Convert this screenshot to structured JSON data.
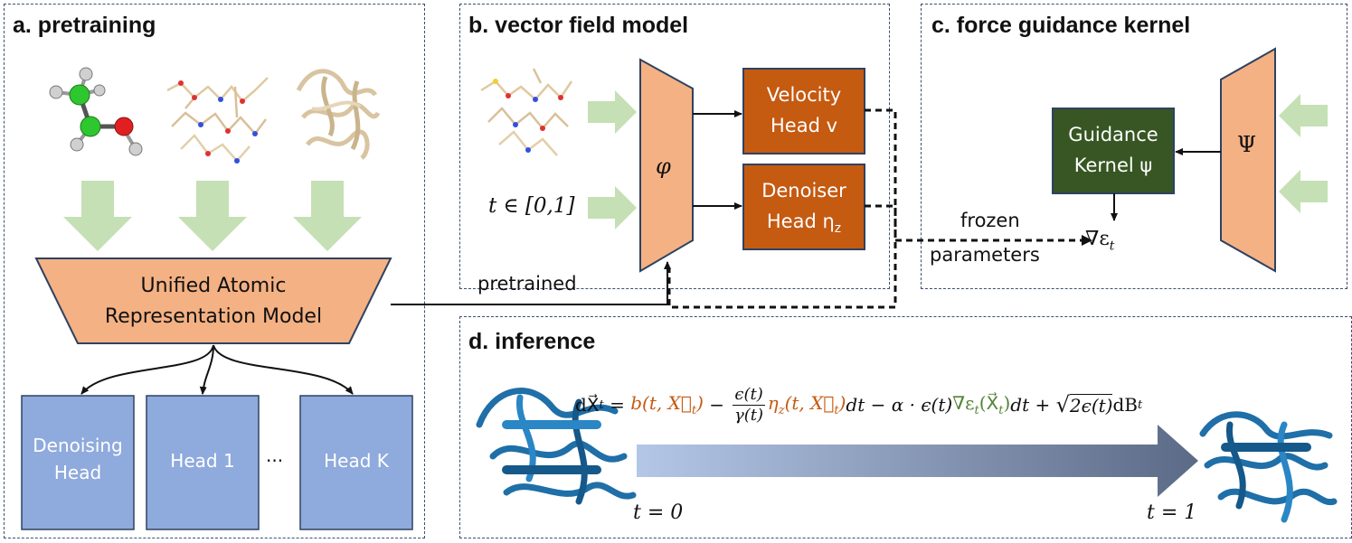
{
  "panels": {
    "a": {
      "title": "a. pretraining"
    },
    "b": {
      "title": "b. vector field model"
    },
    "c": {
      "title": "c. force guidance kernel"
    },
    "d": {
      "title": "d. inference"
    }
  },
  "pretraining": {
    "model_line1": "Unified Atomic",
    "model_line2": "Representation Model",
    "heads": [
      {
        "line1": "Denoising",
        "line2": "Head"
      },
      {
        "line1": "Head 1",
        "line2": ""
      },
      {
        "line1": "Head K",
        "line2": ""
      }
    ],
    "ellipsis": "···"
  },
  "vector_field": {
    "encoder_symbol": "φ",
    "time_label": "t ∈ [0,1]",
    "velocity_line1": "Velocity",
    "velocity_line2": "Head v",
    "denoiser_line1": "Denoiser",
    "denoiser_line2": "Head η",
    "denoiser_sub": "z",
    "pretrained_label": "pretrained",
    "frozen_label": "frozen",
    "parameters_label": "parameters",
    "grad_label": "∇ε",
    "grad_sub": "t"
  },
  "guidance": {
    "kernel_line1": "Guidance",
    "kernel_line2": "Kernel ψ",
    "encoder_symbol": "Ψ"
  },
  "inference": {
    "t0_label": "t = 0",
    "t1_label": "t = 1",
    "eq_lhs": "dX⃗",
    "eq_lhs_sub": "t",
    "eq_eq": " = ",
    "eq_drift": "b(t, X⃗",
    "eq_drift_sub": "t",
    "eq_drift_close": ")",
    "eq_minus": " − ",
    "eq_frac_num": "ϵ(t)",
    "eq_frac_den": "γ(t)",
    "eq_eta": "η",
    "eq_eta_sub": "z",
    "eq_eta_args": "(t, X⃗",
    "eq_eta_args_sub": "t",
    "eq_eta_close": ")",
    "eq_dt1": "dt − α · ϵ(t)",
    "eq_grad": "∇ε",
    "eq_grad_sub": "t",
    "eq_grad_args": "(X⃗",
    "eq_grad_args_sub": "t",
    "eq_grad_close": ")",
    "eq_dt2": "dt + ",
    "eq_sqrt": "√",
    "eq_sqrt_arg": "2ϵ(t)",
    "eq_dB": "dB",
    "eq_dB_sub": "t"
  },
  "colors": {
    "panel_border": "#3d4e72",
    "model_fill": "#f4b183",
    "model_stroke": "#2f4261",
    "head_fill": "#8faadc",
    "dark_orange": "#c55a11",
    "dark_green": "#375623",
    "light_green_arrow": "#c5e0b4",
    "drift_color": "#c55a11",
    "grad_color": "#548235",
    "gradient_start": "#b4c7e7",
    "gradient_end": "#5b6a86"
  }
}
